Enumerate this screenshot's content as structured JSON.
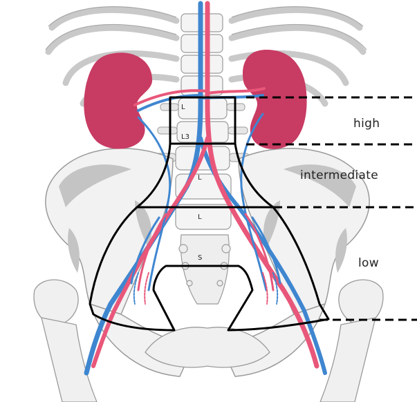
{
  "regions": {
    "high": "high",
    "intermediate": "intermediate",
    "low": "low"
  },
  "vertebrae": {
    "v1": "L",
    "v2": "L3",
    "v3": "L",
    "v4": "L",
    "v5": "S"
  },
  "colors": {
    "artery": "#e8577a",
    "vein": "#3f86d0",
    "kidney": "#c83b63",
    "bone_fill": "#f3f3f3",
    "bone_stroke": "#9a9a9a",
    "bone_shade": "#bdbdbd",
    "outline": "#000000"
  }
}
